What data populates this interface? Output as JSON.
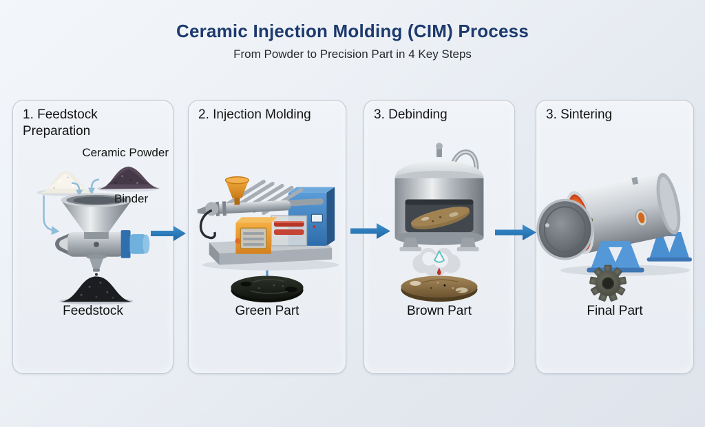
{
  "header": {
    "title": "Ceramic Injection Molding (CIM) Process",
    "subtitle": "From Powder to Precision Part in 4 Key Steps"
  },
  "steps": [
    {
      "title": "1. Feedstock Preparation",
      "annotations": {
        "ceramic_powder": "Ceramic Powder",
        "binder": "Binder"
      },
      "output_label": "Feedstock"
    },
    {
      "title": "2. Injection Molding",
      "output_label": "Green Part"
    },
    {
      "title": "3. Debinding",
      "output_label": "Brown Part"
    },
    {
      "title": "3. Sintering",
      "output_label": "Final Part"
    }
  ],
  "icons": {
    "flow_arrow_icon": "➜",
    "guide_arrow_icon": "↳",
    "steam_cloud_icon": "☁",
    "droplet_icon": "💧",
    "gear_icon": "⚙"
  },
  "colors": {
    "title_navy": "#1d3a6e",
    "body_text": "#141414",
    "flow_arrow_blue": "#2a7cc0",
    "guide_arrow_blue": "#8fbcd9",
    "panel_border": "#c2c9d2",
    "machine_orange": "#e8952f",
    "machine_blue": "#3e86c6",
    "furnace_glow_orange": "#f9b33a",
    "green_part": "#232a1e",
    "brown_part": "#8a6f42",
    "steel_gray": "#aab0b6"
  }
}
